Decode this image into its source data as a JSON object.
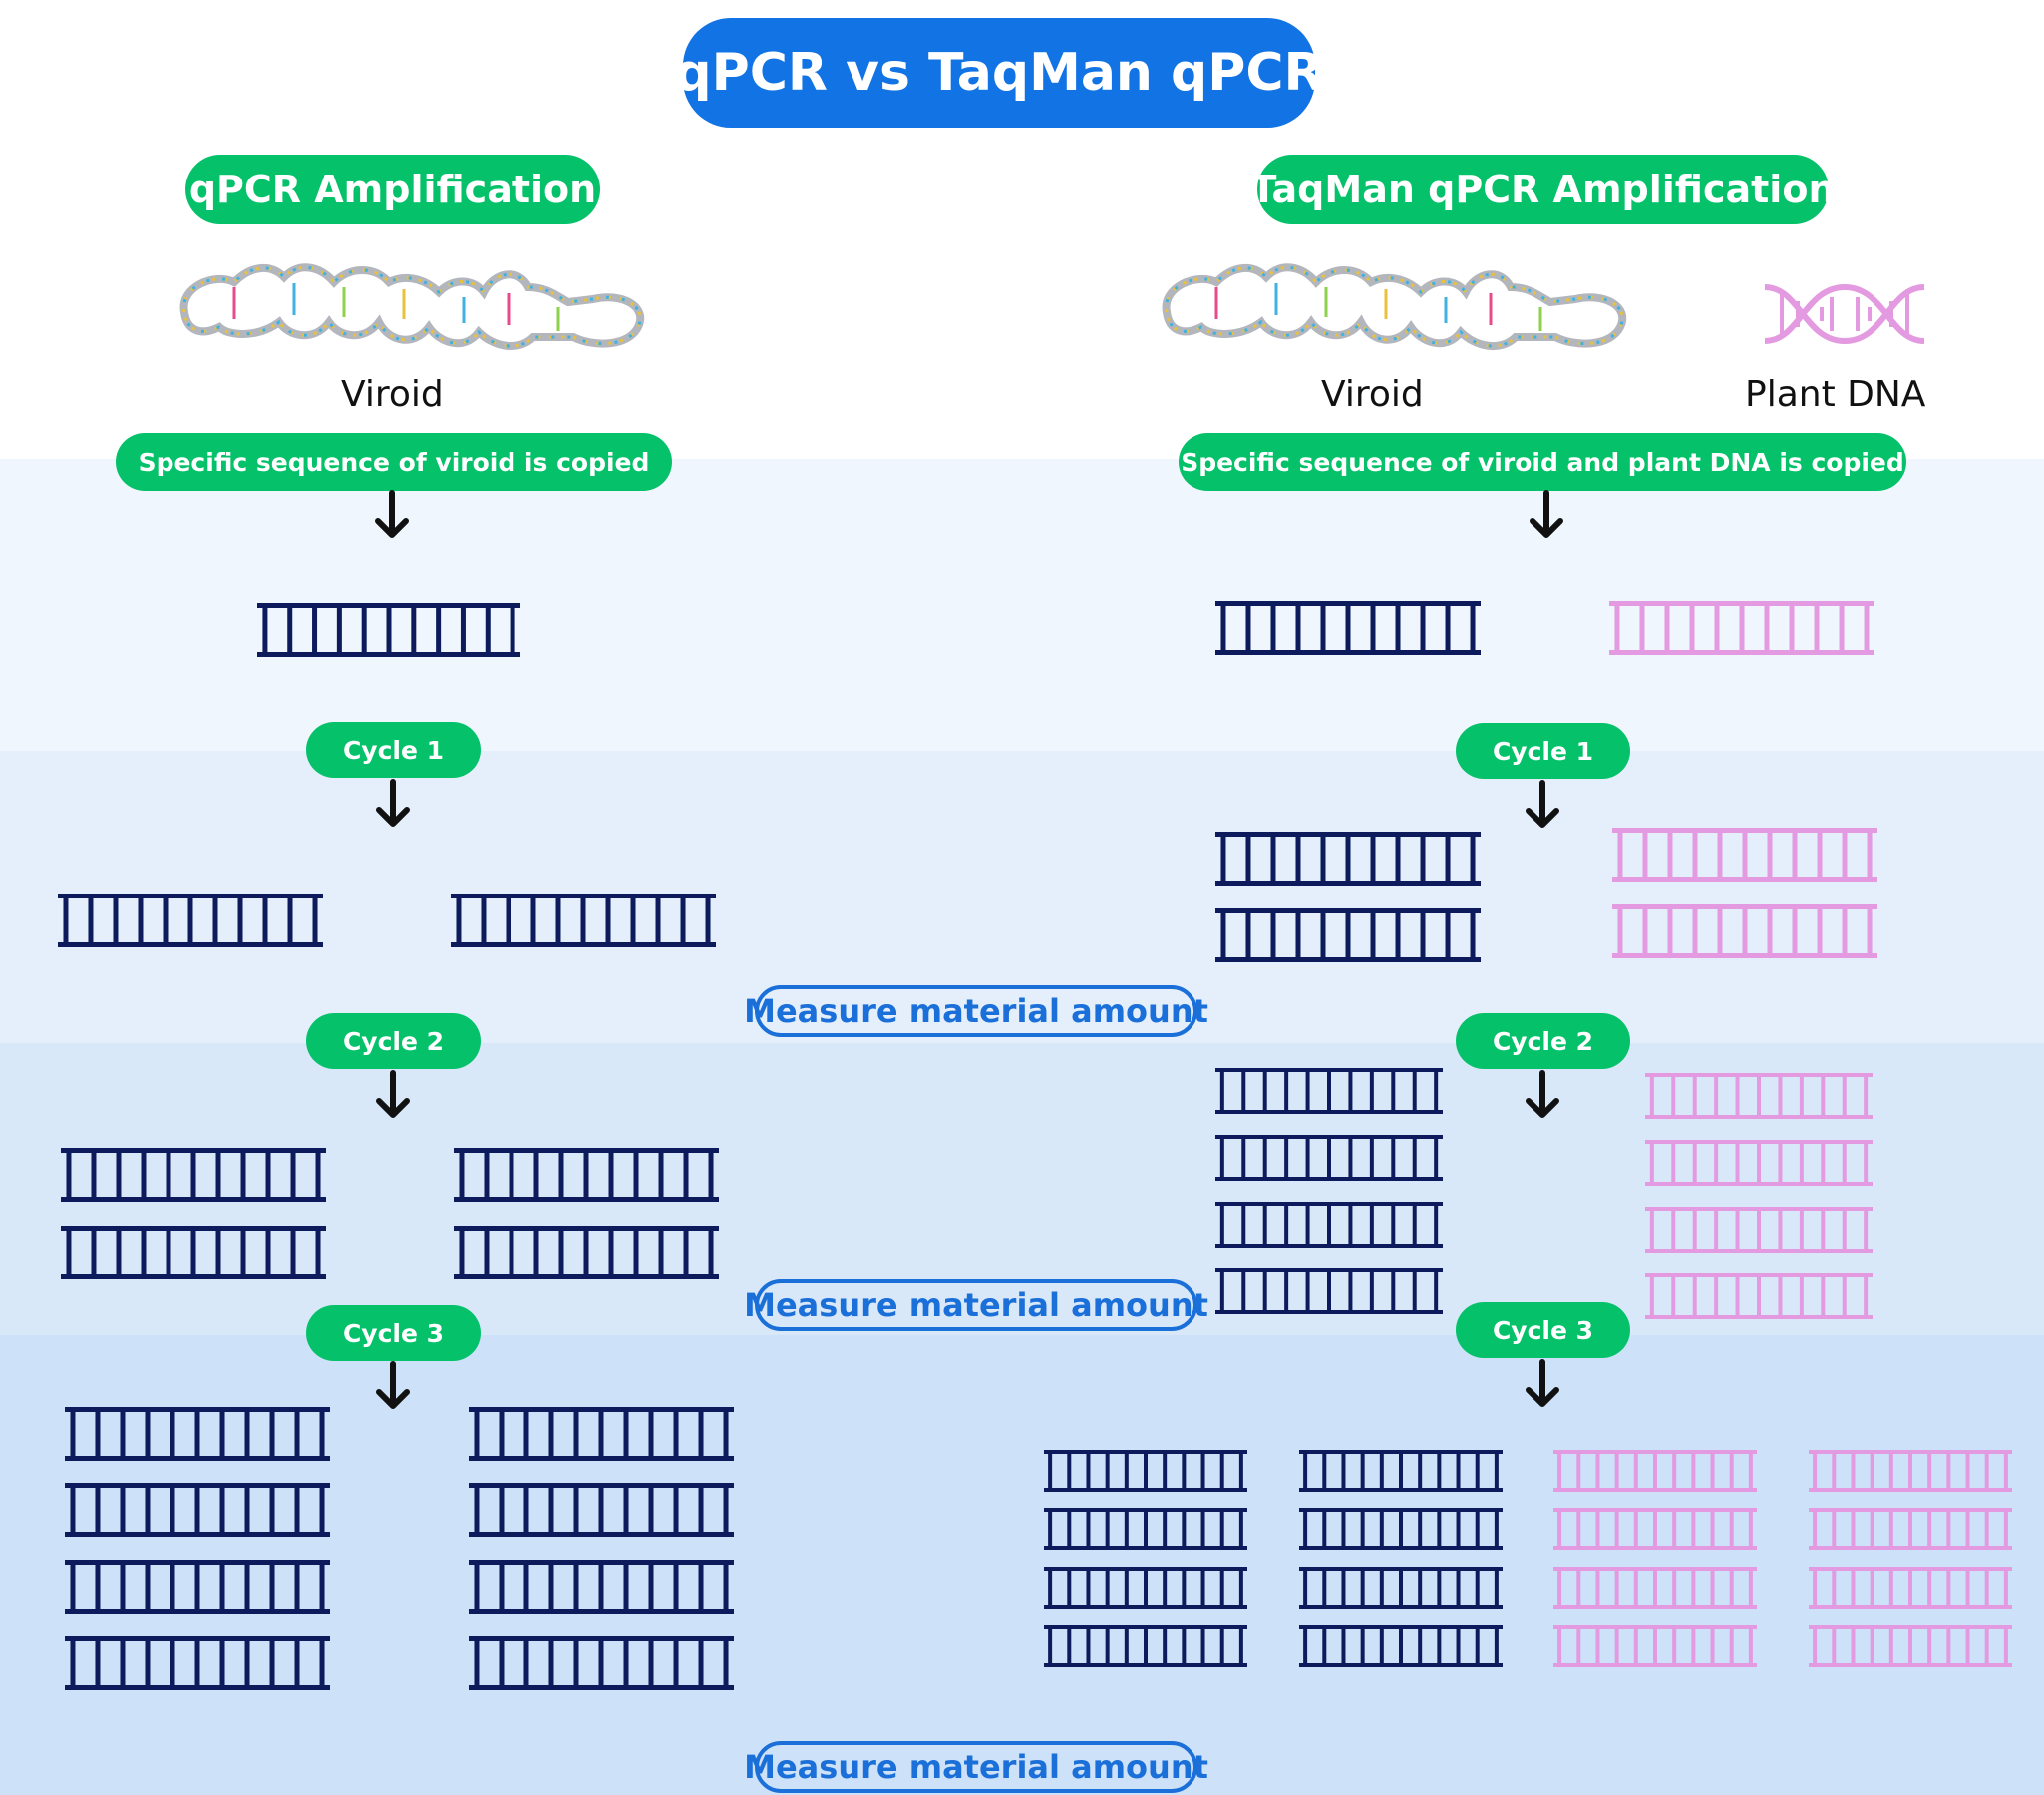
{
  "title": "qPCR vs TaqMan qPCR",
  "left": {
    "heading": "qPCR Amplification",
    "viroid_label": "Viroid",
    "copy_text": "Specific sequence of viroid is copied"
  },
  "right": {
    "heading": "TaqMan qPCR Amplification",
    "viroid_label": "Viroid",
    "plant_label": "Plant DNA",
    "copy_text": "Specific sequence of viroid and plant DNA is copied"
  },
  "cycles": [
    "Cycle 1",
    "Cycle 2",
    "Cycle 3"
  ],
  "measure_text": "Measure material amount",
  "colors": {
    "title": "#1273e5",
    "pill": "#05c26a",
    "viroid_dna": "#0d1a5c",
    "plant_dna": "#e39ae0",
    "measure": "#1a6fd8"
  }
}
